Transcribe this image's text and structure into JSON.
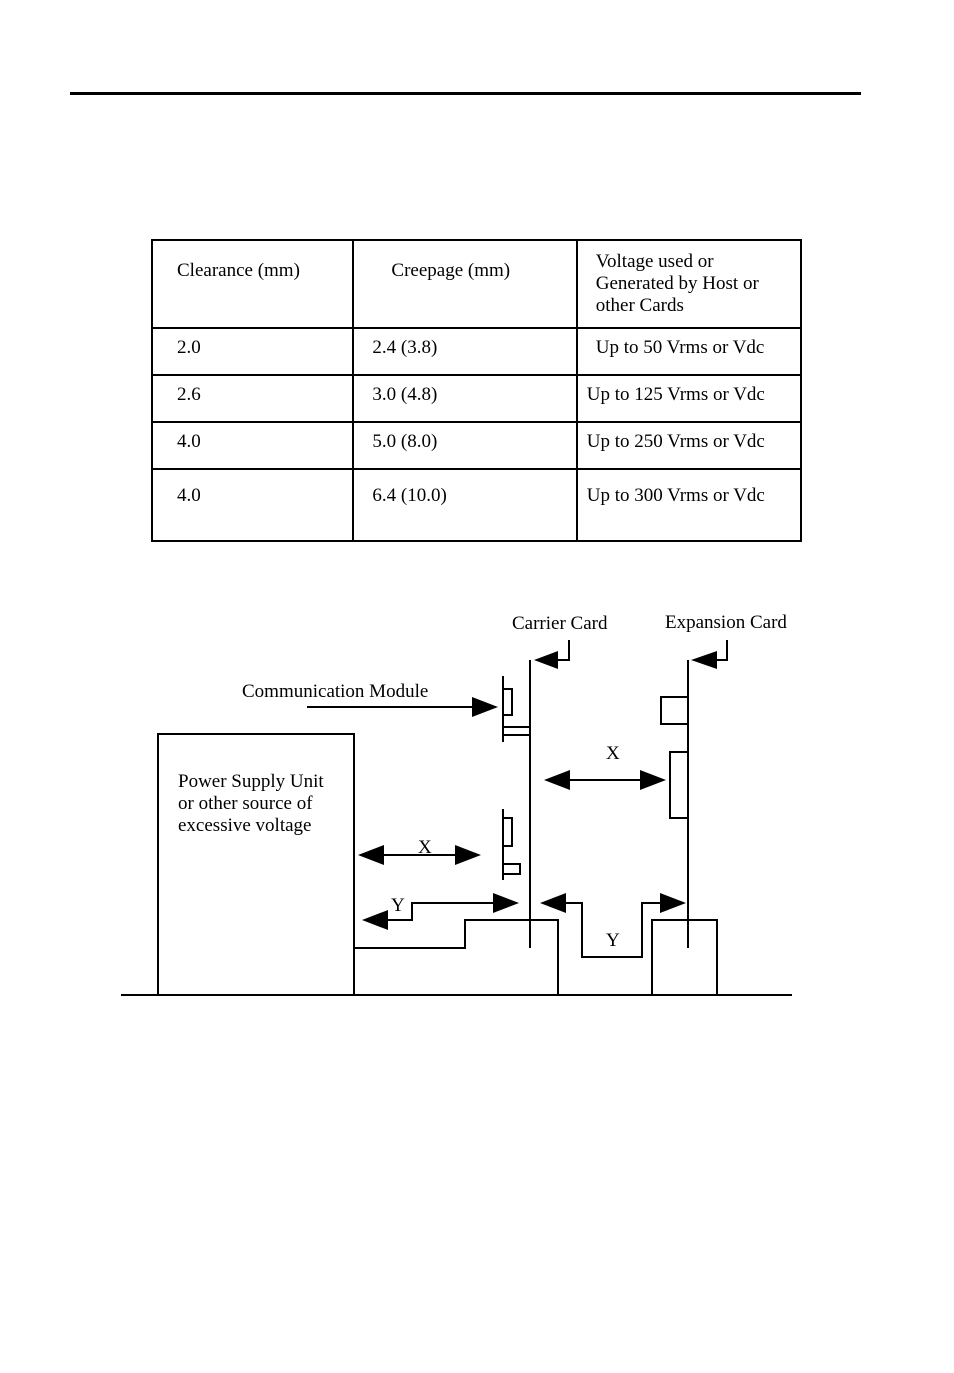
{
  "table": {
    "headers": {
      "clearance": "Clearance (mm)",
      "creepage": "Creepage (mm)",
      "voltage_line1": "Voltage used or",
      "voltage_line2": "Generated by Host or",
      "voltage_line3": "other Cards"
    },
    "rows": [
      {
        "clearance": "2.0",
        "creepage": "2.4 (3.8)",
        "voltage": "Up to 50 Vrms or Vdc"
      },
      {
        "clearance": "2.6",
        "creepage": "3.0 (4.8)",
        "voltage": "Up to 125 Vrms or Vdc"
      },
      {
        "clearance": "4.0",
        "creepage": "5.0 (8.0)",
        "voltage": "Up to 250 Vrms or Vdc"
      },
      {
        "clearance": "4.0",
        "creepage": "6.4 (10.0)",
        "voltage": "Up to 300 Vrms or Vdc"
      }
    ]
  },
  "diagram": {
    "carrier_card": "Carrier Card",
    "expansion_card": "Expansion Card",
    "communication_module": "Communication Module",
    "psu_line1": "Power Supply Unit",
    "psu_line2": "or other source of",
    "psu_line3": "excessive voltage",
    "x_label": "X",
    "y_label": "Y"
  }
}
